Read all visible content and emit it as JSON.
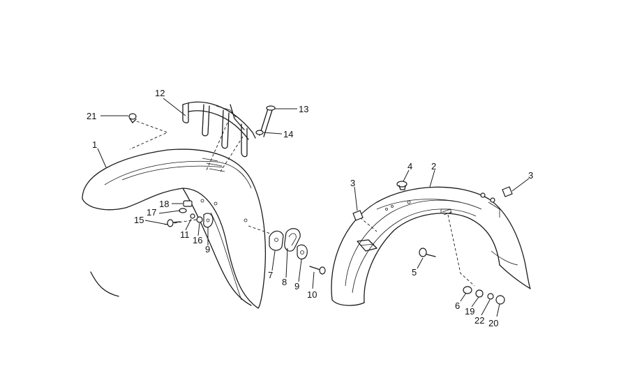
{
  "callouts": [
    {
      "id": "c1",
      "text": "1"
    },
    {
      "id": "c2",
      "text": "2"
    },
    {
      "id": "c3a",
      "text": "3"
    },
    {
      "id": "c3b",
      "text": "3"
    },
    {
      "id": "c4",
      "text": "4"
    },
    {
      "id": "c5",
      "text": "5"
    },
    {
      "id": "c6",
      "text": "6"
    },
    {
      "id": "c7",
      "text": "7"
    },
    {
      "id": "c8",
      "text": "8"
    },
    {
      "id": "c9a",
      "text": "9"
    },
    {
      "id": "c9b",
      "text": "9"
    },
    {
      "id": "c10",
      "text": "10"
    },
    {
      "id": "c11",
      "text": "11"
    },
    {
      "id": "c12",
      "text": "12"
    },
    {
      "id": "c13",
      "text": "13"
    },
    {
      "id": "c14",
      "text": "14"
    },
    {
      "id": "c15",
      "text": "15"
    },
    {
      "id": "c16",
      "text": "16"
    },
    {
      "id": "c17",
      "text": "17"
    },
    {
      "id": "c18",
      "text": "18"
    },
    {
      "id": "c19",
      "text": "19"
    },
    {
      "id": "c20",
      "text": "20"
    },
    {
      "id": "c21",
      "text": "21"
    },
    {
      "id": "c22",
      "text": "22"
    }
  ]
}
